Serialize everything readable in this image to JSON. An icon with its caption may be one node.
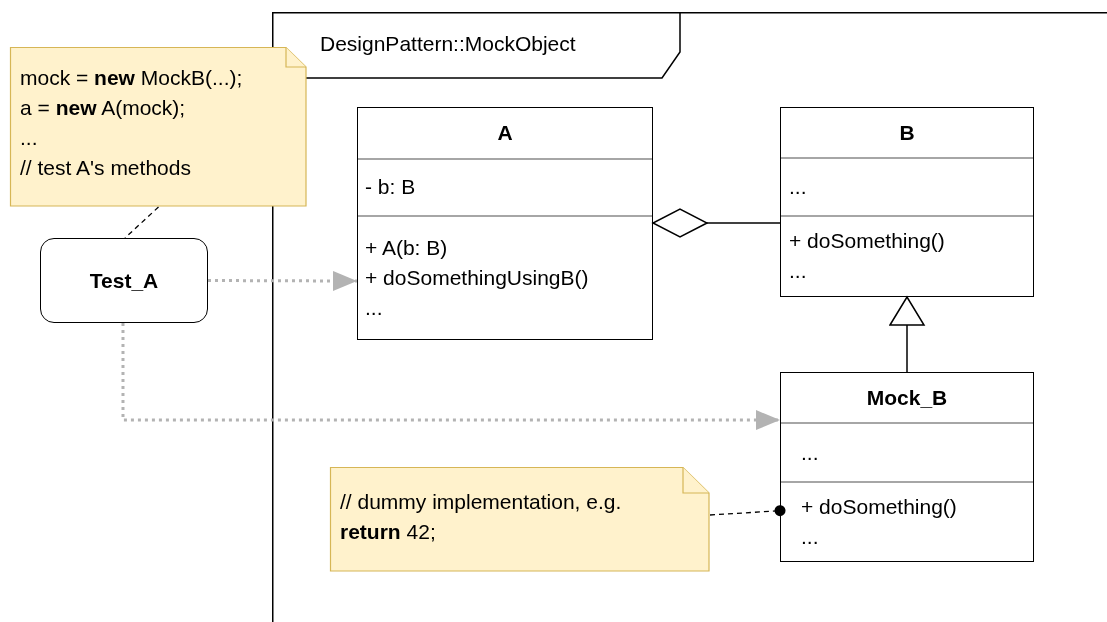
{
  "diagram": {
    "nodes": [
      {
        "text": [
          "DesignPattern::MockObject"
        ]
      },
      {
        "text": [
          "mock = **new** MockB(...);",
          "a = **new** A(mock);",
          "...",
          "// test A's methods"
        ]
      },
      {
        "text": [
          "Test_A"
        ]
      },
      {
        "text": [
          "A",
          "- b: B",
          "+ A(b: B)",
          "+ doSomethingUsingB()",
          "..."
        ],
        "in": 0
      },
      {
        "text": [
          "B",
          "...",
          "+ doSomething()",
          "..."
        ],
        "in": 0
      },
      {
        "text": [
          "Mock_B",
          "...",
          "+ doSomething()",
          "..."
        ],
        "in": 0
      },
      {
        "text": [
          "// dummy implementation, e.g. **return** 42;"
        ],
        "in": 0
      }
    ],
    "edges": [
      {
        "from": 1,
        "to": 2,
        "arrow": "none",
        "style": "dashed"
      },
      {
        "from": 2,
        "to": 3,
        "arrow": "to",
        "style": "dashed",
        "color": "#b3b3b3"
      },
      {
        "from": 2,
        "to": 5,
        "arrow": "to",
        "style": "dashed",
        "color": "#b3b3b3"
      },
      {
        "from": 4,
        "to": 3,
        "arrow": "other"
      },
      {
        "from": 5,
        "to": 4,
        "arrow": "to"
      },
      {
        "from": 6,
        "to": 5,
        "arrow": "other",
        "style": "dashed"
      }
    ]
  }
}
